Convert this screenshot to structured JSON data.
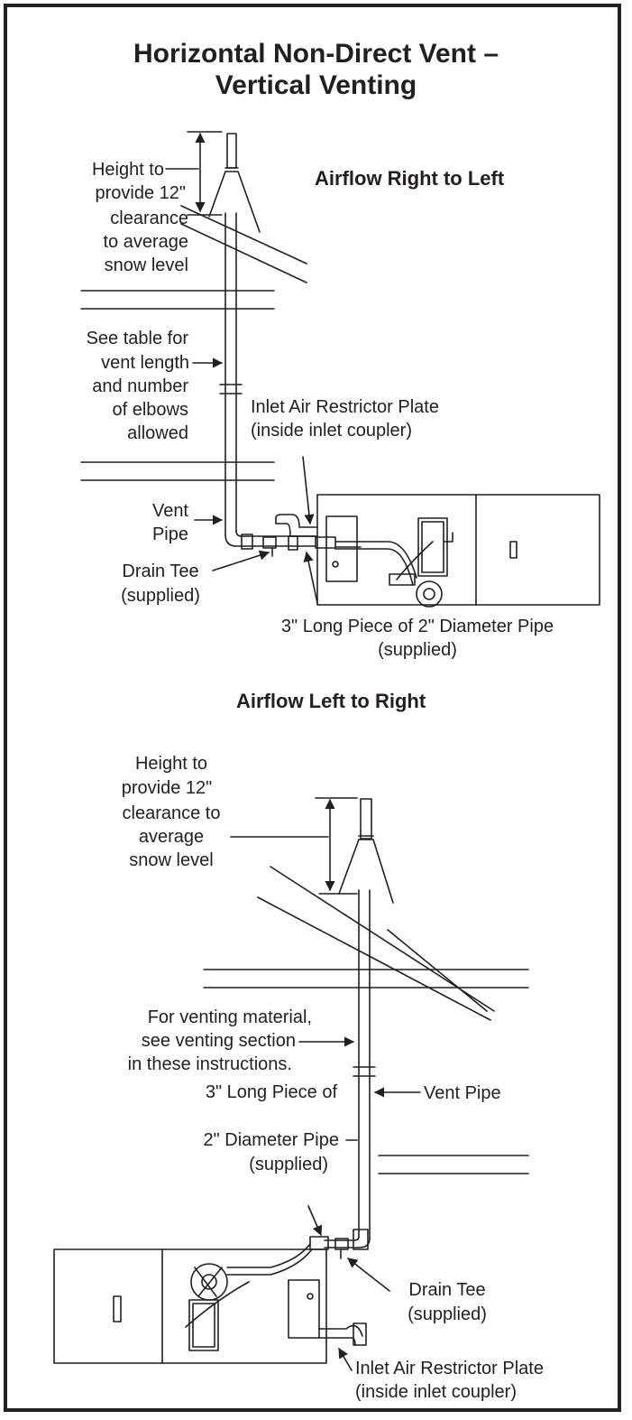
{
  "title": {
    "line1": "Horizontal Non-Direct Vent –",
    "line2": "Vertical Venting"
  },
  "section_top": {
    "heading": "Airflow Right to Left",
    "height_label": [
      "Height to",
      "provide 12\"",
      "clearance",
      "to average",
      "snow level"
    ],
    "table_label": [
      "See table for",
      "vent length",
      "and number",
      "of elbows",
      "allowed"
    ],
    "inlet_label": [
      "Inlet Air Restrictor Plate",
      "(inside inlet coupler)"
    ],
    "vent_label": [
      "Vent",
      "Pipe"
    ],
    "drain_label": [
      "Drain Tee",
      "(supplied)"
    ],
    "piece_label": [
      "3\" Long Piece of 2\" Diameter Pipe",
      "(supplied)"
    ]
  },
  "section_bottom": {
    "heading": "Airflow Left to Right",
    "height_label": [
      "Height to",
      "provide 12\"",
      "clearance to",
      "average",
      "snow level"
    ],
    "material_label": [
      "For venting material,",
      "see venting section",
      "in these instructions."
    ],
    "vent_label": "Vent Pipe",
    "piece_label": [
      "3\" Long Piece of",
      "2\" Diameter Pipe",
      "(supplied)"
    ],
    "drain_label": [
      "Drain Tee",
      "(supplied)"
    ],
    "inlet_label": [
      "Inlet Air Restrictor Plate",
      "(inside inlet coupler)"
    ]
  }
}
